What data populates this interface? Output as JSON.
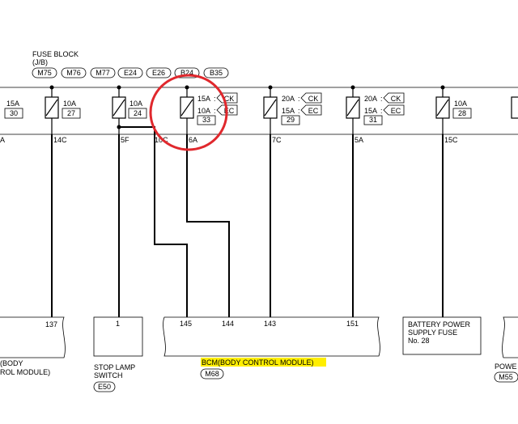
{
  "fuse_block": {
    "title": "FUSE BLOCK",
    "subtitle": "(J/B)",
    "connectors": [
      "M75",
      "M76",
      "M77",
      "E24",
      "E26",
      "B24",
      "B35"
    ]
  },
  "fuses": [
    {
      "rating": "15A",
      "number": "30",
      "terminal": "A"
    },
    {
      "rating": "10A",
      "number": "27",
      "terminal": "14C",
      "pin": "137"
    },
    {
      "rating": "10A",
      "number": "24",
      "terminal": "5F",
      "pin": "1"
    },
    {
      "top_rating": "15A",
      "top_tag": "CK",
      "bottom_rating": "10A",
      "bottom_tag": "EC",
      "number": "33",
      "terminal": "6A",
      "terminal_left": "10C",
      "pin": "145"
    },
    {
      "top_rating": "20A",
      "top_tag": "CK",
      "bottom_rating": "15A",
      "bottom_tag": "EC",
      "number": "29",
      "terminal": "7C",
      "pin": "143"
    },
    {
      "top_rating": "20A",
      "top_tag": "CK",
      "bottom_rating": "15A",
      "bottom_tag": "EC",
      "number": "31",
      "terminal": "5A",
      "pin": "151"
    },
    {
      "rating": "10A",
      "number": "28",
      "terminal": "15C"
    }
  ],
  "bcm": {
    "label": "BCM(BODY CONTROL MODULE)",
    "connector": "M68",
    "pin_144": "144",
    "left_label_line1": "(BODY",
    "left_label_line2": "ROL MODULE)"
  },
  "stop_lamp": {
    "line1": "STOP LAMP",
    "line2": "SWITCH",
    "connector": "E50"
  },
  "battery_fuse": {
    "line1": "BATTERY POWER",
    "line2": "SUPPLY FUSE",
    "line3": "No. 28"
  },
  "right_edge": {
    "label": "POWE",
    "connector": "M55"
  },
  "colors": {
    "highlight": "#ffee00",
    "annotation_circle": "#e0282d"
  }
}
